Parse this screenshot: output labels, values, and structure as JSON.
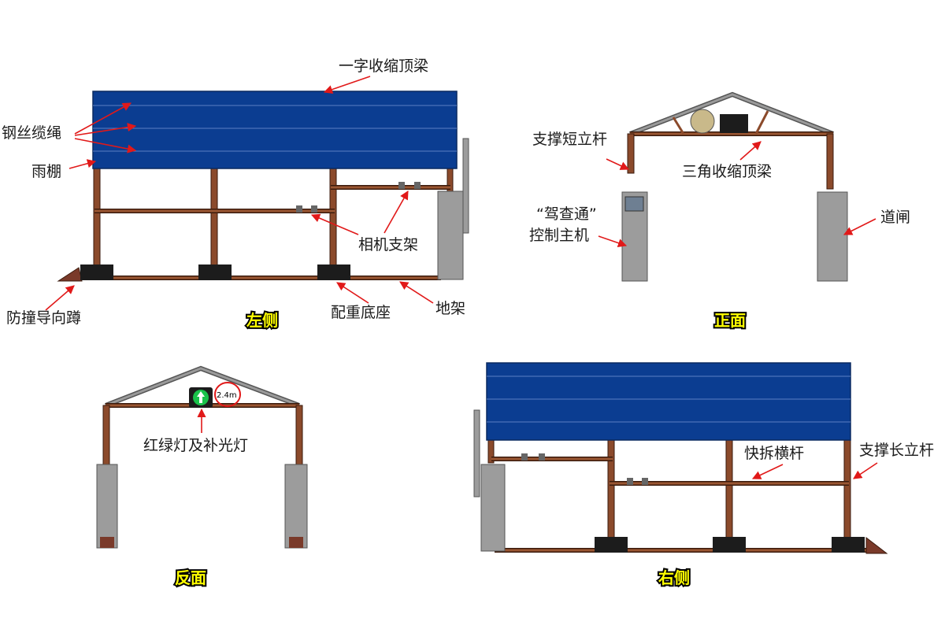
{
  "labels": {
    "top_beam_left": "一字收缩顶梁",
    "wire_rope": "钢丝缆绳",
    "canopy": "雨棚",
    "camera_bracket": "相机支架",
    "bumper": "防撞导向蹲",
    "counterweight_base": "配重底座",
    "ground_frame": "地架",
    "short_post": "支撑短立杆",
    "triangle_beam": "三角收缩顶梁",
    "host_line1": "“驾查通”",
    "host_line2": "控制主机",
    "gate": "道闸",
    "lights": "红绿灯及补光灯",
    "light_height": "2.4m",
    "quick_crossbar": "快拆横杆",
    "long_post": "支撑长立杆"
  },
  "views": {
    "left": "左侧",
    "front": "正面",
    "back": "反面",
    "right": "右侧"
  },
  "colors": {
    "canopy": "#0b3d91",
    "post": "#8b4a2b",
    "arrow": "#e11919",
    "view_label": "#ffff00"
  }
}
